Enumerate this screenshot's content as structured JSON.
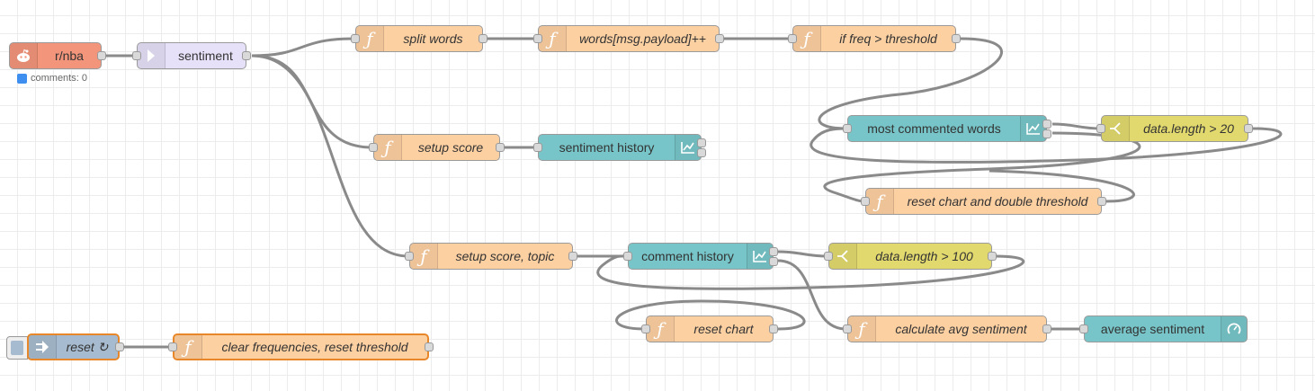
{
  "colors": {
    "function": "#fdd0a2",
    "chart": "#77c5c8",
    "switch": "#e2d96e",
    "reddit": "#f3957b",
    "sentiment": "#e6e0f8",
    "inject": "#a6bbcf",
    "wire": "#8a8a8a",
    "status_dot": "#3f8ff0",
    "selected_border": "#e8872a"
  },
  "nodes": {
    "reddit": {
      "label": "r/nba",
      "icon": "reddit-icon",
      "status": "comments: 0"
    },
    "sentiment": {
      "label": "sentiment",
      "icon": "sentiment-arrow-icon"
    },
    "split_words": {
      "label": "split words",
      "icon": "function-icon"
    },
    "words_count": {
      "label": "words[msg.payload]++",
      "icon": "function-icon"
    },
    "if_freq": {
      "label": "if freq > threshold",
      "icon": "function-icon"
    },
    "most_commented": {
      "label": "most commented words",
      "icon": "chart-icon"
    },
    "data_len_20": {
      "label": "data.length > 20",
      "icon": "switch-icon"
    },
    "reset_double": {
      "label": "reset chart and double threshold",
      "icon": "function-icon"
    },
    "setup_score": {
      "label": "setup score",
      "icon": "function-icon"
    },
    "sentiment_history": {
      "label": "sentiment history",
      "icon": "chart-icon"
    },
    "setup_score_topic": {
      "label": "setup score, topic",
      "icon": "function-icon"
    },
    "comment_history": {
      "label": "comment history",
      "icon": "chart-icon"
    },
    "data_len_100": {
      "label": "data.length > 100",
      "icon": "switch-icon"
    },
    "reset_chart": {
      "label": "reset chart",
      "icon": "function-icon"
    },
    "calc_avg": {
      "label": "calculate avg sentiment",
      "icon": "function-icon"
    },
    "avg_sentiment": {
      "label": "average sentiment",
      "icon": "gauge-icon"
    },
    "reset_inject": {
      "label": "reset ↻",
      "icon": "inject-arrow-icon"
    },
    "clear_freq": {
      "label": "clear frequencies, reset threshold",
      "icon": "function-icon"
    }
  }
}
